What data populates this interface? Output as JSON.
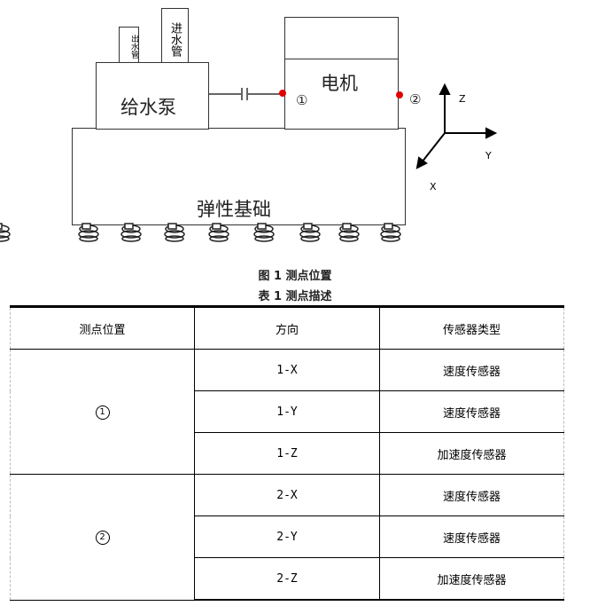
{
  "diagram": {
    "outlet_pipe": "出水管",
    "inlet_pipe": "进水管",
    "pump": "给水泵",
    "motor": "电机",
    "base": "弹性基础",
    "point1": "①",
    "point2": "②",
    "axis_z": "Z",
    "axis_y": "Y",
    "axis_x": "X",
    "point_color": "#e00000"
  },
  "figure_caption": "图 1  测点位置",
  "table_caption": "表 1  测点描述",
  "table": {
    "headers": [
      "测点位置",
      "方向",
      "传感器类型"
    ],
    "groups": [
      {
        "point": "1",
        "rows": [
          [
            "1-X",
            "速度传感器"
          ],
          [
            "1-Y",
            "速度传感器"
          ],
          [
            "1-Z",
            "加速度传感器"
          ]
        ]
      },
      {
        "point": "2",
        "rows": [
          [
            "2-X",
            "速度传感器"
          ],
          [
            "2-Y",
            "速度传感器"
          ],
          [
            "2-Z",
            "加速度传感器"
          ]
        ]
      }
    ]
  }
}
